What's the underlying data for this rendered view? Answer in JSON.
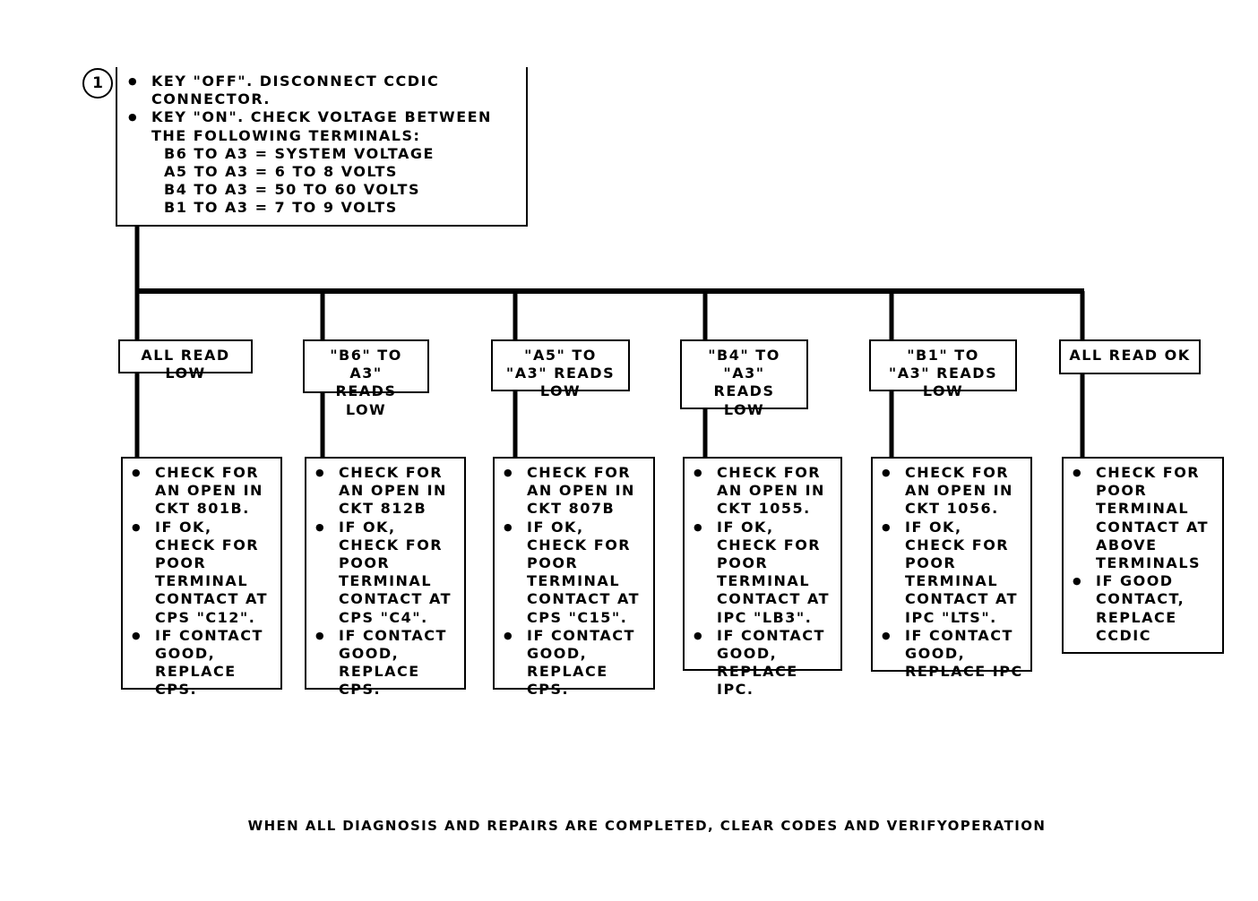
{
  "step_number": "1",
  "top_box": {
    "bullets": [
      "KEY \"OFF\". DISCONNECT CCDIC CONNECTOR.",
      "KEY \"ON\". CHECK VOLTAGE BETWEEN THE FOLLOWING TERMINALS:"
    ],
    "voltages": [
      "B6 TO A3 = SYSTEM VOLTAGE",
      "A5 TO A3 = 6 TO 8 VOLTS",
      "B4 TO A3 = 50 TO 60 VOLTS",
      "B1 TO A3 = 7 TO 9 VOLTS"
    ]
  },
  "branches": [
    {
      "label": "ALL READ LOW",
      "actions": [
        "CHECK FOR AN OPEN IN CKT 801B.",
        "IF OK, CHECK FOR POOR TERMINAL CONTACT AT CPS \"C12\".",
        "IF CONTACT GOOD, REPLACE CPS."
      ]
    },
    {
      "label": "\"B6\" TO A3\" READS LOW",
      "actions": [
        "CHECK FOR AN OPEN IN CKT 812B",
        "IF OK, CHECK FOR POOR TERMINAL CONTACT AT CPS \"C4\".",
        "IF CONTACT GOOD, REPLACE CPS."
      ]
    },
    {
      "label": "\"A5\" TO \"A3\" READS LOW",
      "actions": [
        "CHECK FOR AN OPEN IN CKT 807B",
        "IF OK, CHECK FOR POOR TERMINAL CONTACT AT CPS \"C15\".",
        "IF CONTACT GOOD, REPLACE CPS."
      ]
    },
    {
      "label": "\"B4\" TO \"A3\" READS LOW",
      "actions": [
        "CHECK FOR AN OPEN IN CKT 1055.",
        "IF OK, CHECK FOR POOR TERMINAL CONTACT AT IPC \"LB3\".",
        "IF CONTACT GOOD, REPLACE IPC."
      ]
    },
    {
      "label": "\"B1\" TO \"A3\" READS LOW",
      "actions": [
        "CHECK FOR AN OPEN IN CKT 1056.",
        "IF OK, CHECK FOR POOR TERMINAL CONTACT AT IPC \"LTS\".",
        "IF CONTACT GOOD, REPLACE IPC"
      ]
    },
    {
      "label": "ALL READ OK",
      "actions": [
        "CHECK FOR POOR TERMINAL CONTACT AT ABOVE TERMINALS",
        "IF GOOD CONTACT, REPLACE CCDIC"
      ]
    }
  ],
  "footer": "WHEN ALL DIAGNOSIS AND REPAIRS ARE COMPLETED, CLEAR CODES AND VERIFYOPERATION"
}
